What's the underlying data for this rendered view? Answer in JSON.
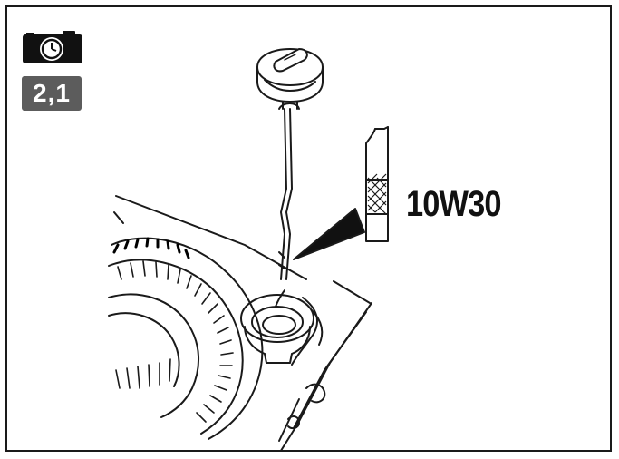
{
  "step_badge": {
    "label": "2,1"
  },
  "oil_spec": {
    "label": "10W30"
  },
  "icons": {
    "camera": "camera-icon",
    "dipstick": "dipstick-cap-illustration"
  },
  "colors": {
    "badge_background": "#5c5c5c",
    "ink": "#111111",
    "frame": "#1a1a1a"
  }
}
